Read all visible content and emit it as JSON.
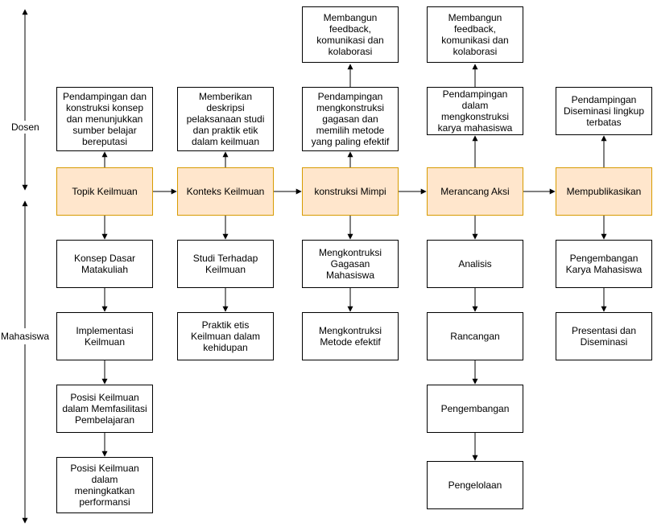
{
  "side_labels": {
    "dosen": "Dosen",
    "mahasiswa": "Mahasiswa"
  },
  "colors": {
    "main_fill": "#ffe6cc",
    "main_border": "#d79b00",
    "line": "#000000"
  },
  "columns": [
    {
      "main": "Topik Keilmuan",
      "dosen": [
        "Pendampingan dan konstruksi konsep dan menunjukkan sumber belajar bereputasi"
      ],
      "mahasiswa": [
        "Konsep Dasar Matakuliah",
        "Implementasi Keilmuan",
        "Posisi Keilmuan dalam Memfasilitasi Pembelajaran",
        "Posisi Keilmuan dalam meningkatkan performansi"
      ]
    },
    {
      "main": "Konteks Keilmuan",
      "dosen": [
        "Memberikan deskripsi pelaksanaan studi dan praktik etik dalam keilmuan"
      ],
      "mahasiswa": [
        "Studi Terhadap Keilmuan",
        "Praktik etis Keilmuan dalam kehidupan"
      ]
    },
    {
      "main": "konstruksi Mimpi",
      "dosen": [
        "Pendampingan mengkonstruksi gagasan dan memilih metode yang paling efektif",
        "Membangun feedback, komunikasi dan kolaborasi"
      ],
      "mahasiswa": [
        "Mengkontruksi Gagasan Mahasiswa",
        "Mengkontruksi Metode efektif"
      ]
    },
    {
      "main": "Merancang Aksi",
      "dosen": [
        "Pendampingan dalam mengkonstruksi karya mahasiswa",
        "Membangun feedback, komunikasi dan kolaborasi"
      ],
      "mahasiswa": [
        "Analisis",
        "Rancangan",
        "Pengembangan",
        "Pengelolaan"
      ]
    },
    {
      "main": "Mempublikasikan",
      "dosen": [
        "Pendampingan Diseminasi lingkup terbatas"
      ],
      "mahasiswa": [
        "Pengembangan Karya Mahasiswa",
        "Presentasi dan Diseminasi"
      ]
    }
  ]
}
